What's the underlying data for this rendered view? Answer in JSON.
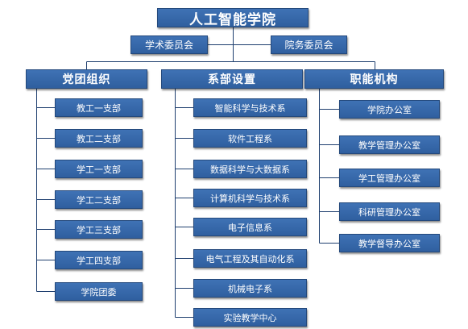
{
  "root": {
    "title": "人工智能学院"
  },
  "committees": [
    "学术委员会",
    "院务委员会"
  ],
  "sections": [
    {
      "title": "党团组织",
      "items": [
        "教工一支部",
        "教工二支部",
        "学工一支部",
        "学工二支部",
        "学工三支部",
        "学工四支部",
        "学院团委"
      ]
    },
    {
      "title": "系部设置",
      "items": [
        "智能科学与技术系",
        "软件工程系",
        "数据科学与大数据系",
        "计算机科学与技术系",
        "电子信息系",
        "电气工程及其自动化系",
        "机械电子系",
        "实验教学中心"
      ]
    },
    {
      "title": "职能机构",
      "items": [
        "学院办公室",
        "教学管理办公室",
        "学工管理办公室",
        "科研管理办公室",
        "教学督导办公室"
      ]
    }
  ]
}
